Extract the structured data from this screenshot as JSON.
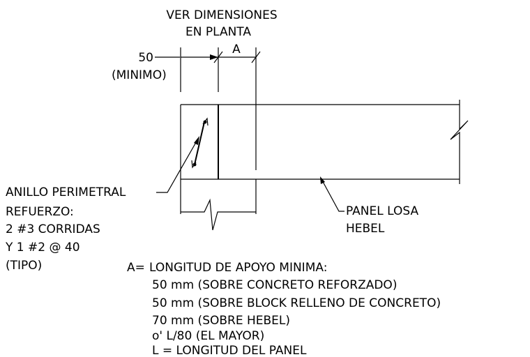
{
  "labels": {
    "ver_dimensiones_line1": "VER DIMENSIONES",
    "ver_dimensiones_line2": "EN PLANTA",
    "dim_50": "50",
    "dim_minimo": "(MINIMO)",
    "dim_a": "A",
    "anillo_perimetral": "ANILLO PERIMETRAL",
    "refuerzo": "REFUERZO:",
    "corridas": "2 #3 CORRIDAS",
    "estribos": "Y 1 #2 @ 40",
    "tipo": "(TIPO)",
    "panel_losa": "PANEL LOSA",
    "hebel": "HEBEL"
  },
  "notes": {
    "a_prefix": "A=",
    "heading": "LONGITUD DE APOYO MINIMA:",
    "lines": [
      "50 mm (SOBRE CONCRETO REFORZADO)",
      "50 mm (SOBRE BLOCK RELLENO DE CONCRETO)",
      "70 mm (SOBRE HEBEL)",
      "o' L/80 (EL MAYOR)",
      "L = LONGITUD DEL PANEL"
    ]
  }
}
